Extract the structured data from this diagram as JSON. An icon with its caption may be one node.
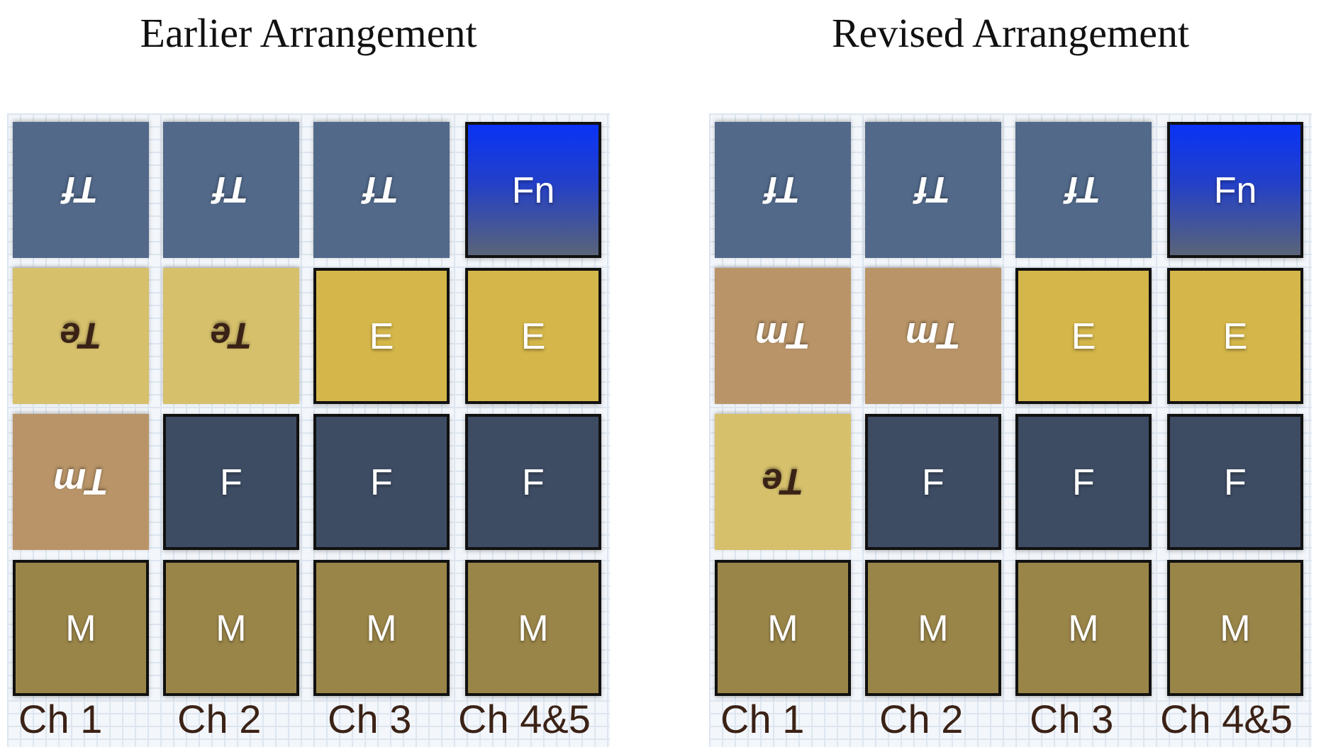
{
  "diagram": {
    "nodes": [
      {
        "text": [
          "Earlier Arrangement"
        ]
      },
      {
        "text": [
          "Tf"
        ],
        "in": 0
      },
      {
        "text": [
          "Tf"
        ],
        "in": 0
      },
      {
        "text": [
          "Tf"
        ],
        "in": 0
      },
      {
        "text": [
          "Fn"
        ],
        "in": 0
      },
      {
        "text": [
          "Te"
        ],
        "in": 0
      },
      {
        "text": [
          "Te"
        ],
        "in": 0
      },
      {
        "text": [
          "E"
        ],
        "in": 0
      },
      {
        "text": [
          "E"
        ],
        "in": 0
      },
      {
        "text": [
          "Tm"
        ],
        "in": 0
      },
      {
        "text": [
          "F"
        ],
        "in": 0
      },
      {
        "text": [
          "F"
        ],
        "in": 0
      },
      {
        "text": [
          "F"
        ],
        "in": 0
      },
      {
        "text": [
          "M"
        ],
        "in": 0
      },
      {
        "text": [
          "M"
        ],
        "in": 0
      },
      {
        "text": [
          "M"
        ],
        "in": 0
      },
      {
        "text": [
          "M"
        ],
        "in": 0
      },
      {
        "text": [
          "Revised Arrangement"
        ]
      },
      {
        "text": [
          "Tf"
        ],
        "in": 17
      },
      {
        "text": [
          "Tf"
        ],
        "in": 17
      },
      {
        "text": [
          "Tf"
        ],
        "in": 17
      },
      {
        "text": [
          "Fn"
        ],
        "in": 17
      },
      {
        "text": [
          "Tm"
        ],
        "in": 17
      },
      {
        "text": [
          "Tm"
        ],
        "in": 17
      },
      {
        "text": [
          "E"
        ],
        "in": 17
      },
      {
        "text": [
          "E"
        ],
        "in": 17
      },
      {
        "text": [
          "Te"
        ],
        "in": 17
      },
      {
        "text": [
          "F"
        ],
        "in": 17
      },
      {
        "text": [
          "F"
        ],
        "in": 17
      },
      {
        "text": [
          "F"
        ],
        "in": 17
      },
      {
        "text": [
          "M"
        ],
        "in": 17
      },
      {
        "text": [
          "M"
        ],
        "in": 17
      },
      {
        "text": [
          "M"
        ],
        "in": 17
      },
      {
        "text": [
          "M"
        ],
        "in": 17
      }
    ],
    "labels": [
      "Ch 1",
      "Ch 2",
      "Ch 3",
      "Ch 4&5",
      "Ch 1",
      "Ch 2",
      "Ch 3",
      "Ch 4&5"
    ]
  }
}
